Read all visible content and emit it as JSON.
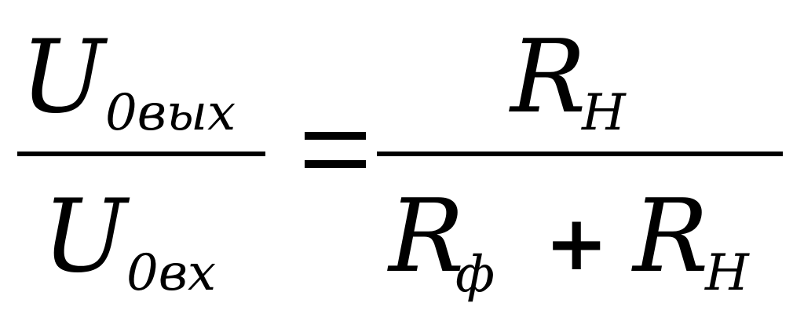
{
  "formula": {
    "left": {
      "numerator": {
        "symbol": "U",
        "subscript": "0вых"
      },
      "denominator": {
        "symbol": "U",
        "subscript": "0вх"
      }
    },
    "equals": "=",
    "right": {
      "numerator": {
        "symbol": "R",
        "subscript": "Н"
      },
      "denominator": {
        "term1": {
          "symbol": "R",
          "subscript": "ф"
        },
        "plus": "+",
        "term2": {
          "symbol": "R",
          "subscript": "Н"
        }
      }
    }
  }
}
